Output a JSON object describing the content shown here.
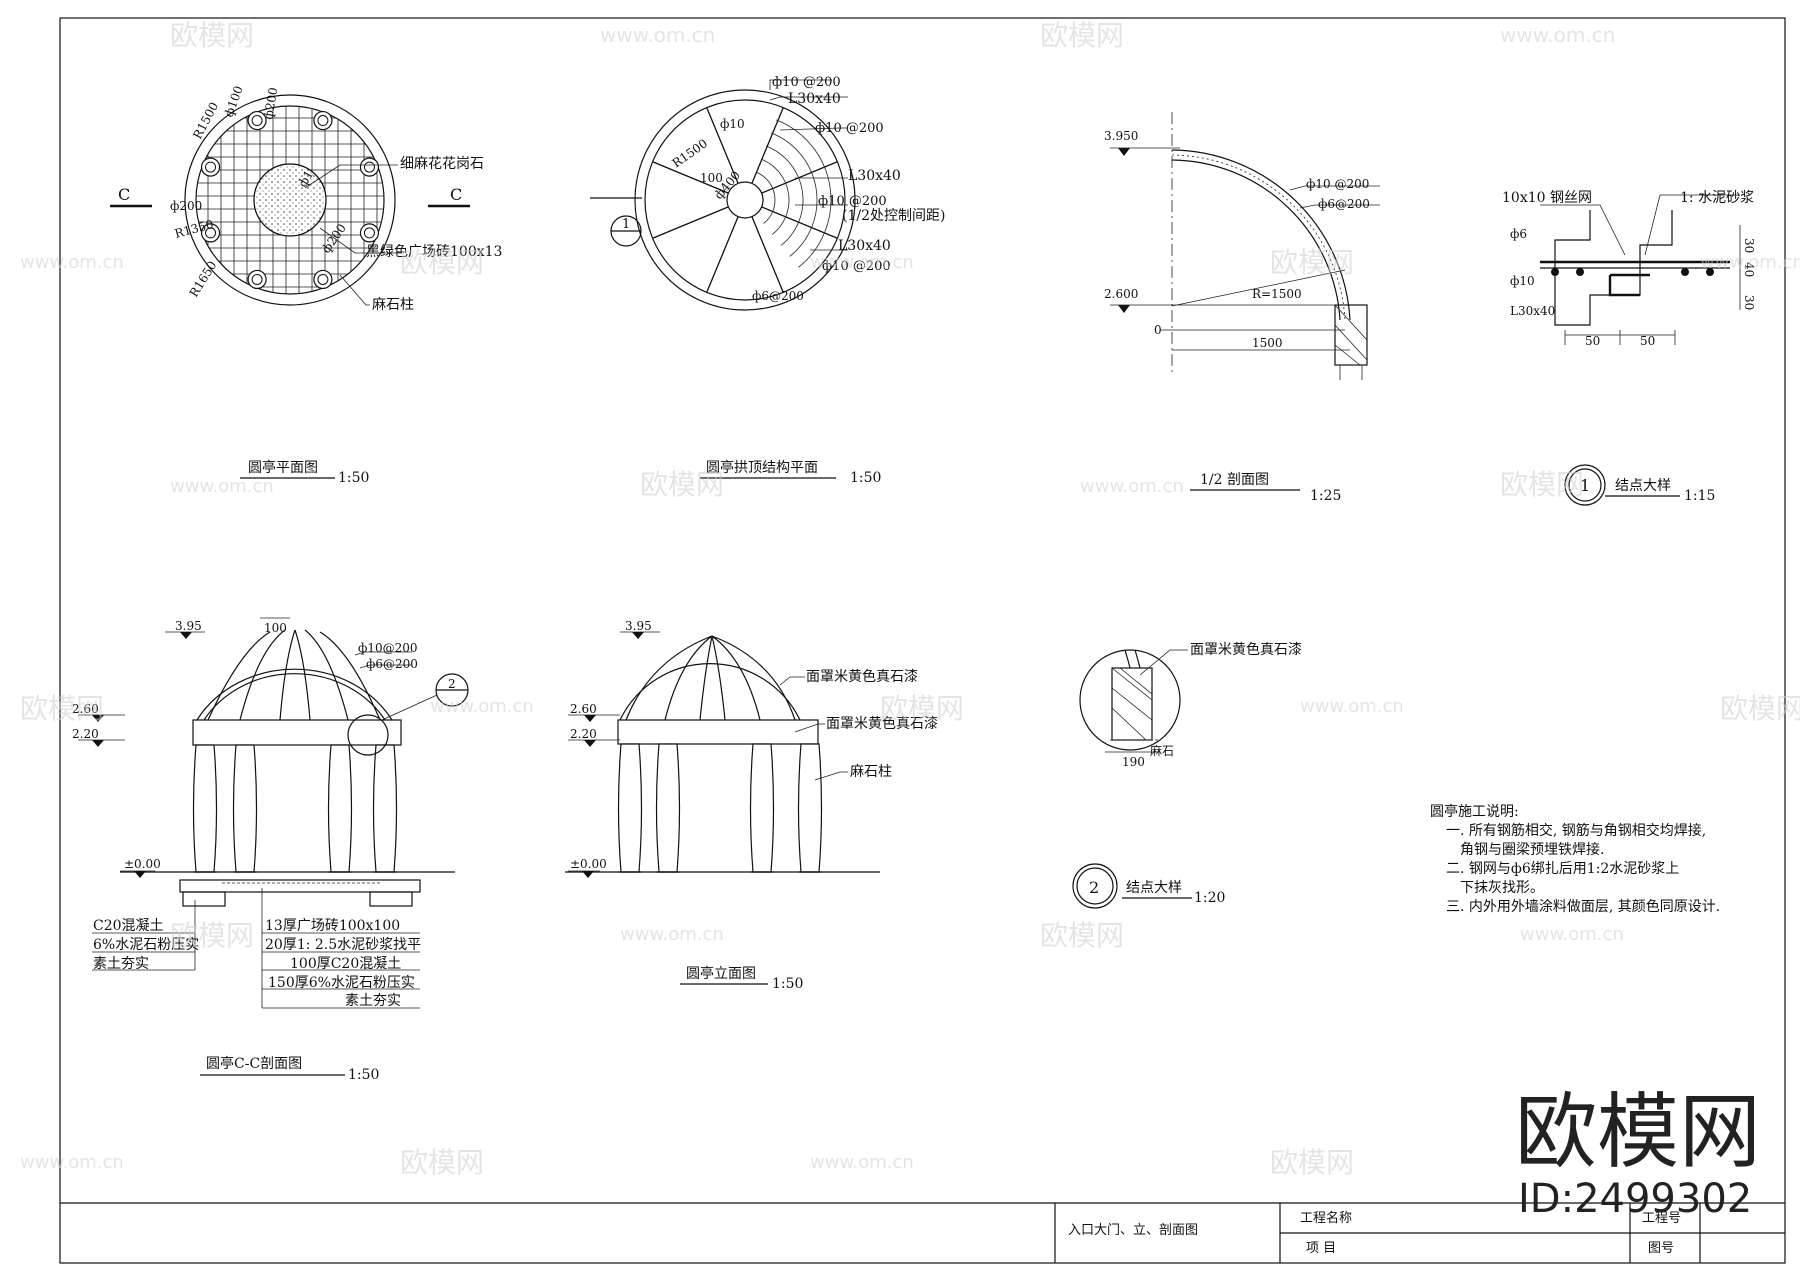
{
  "plan": {
    "title": "圆亭平面图",
    "scale": "1:50",
    "section_mark": "C",
    "labels": {
      "granite": "细麻花花岗石",
      "tile": "黑绿色广场砖100x13",
      "column": "麻石柱"
    },
    "dims": [
      "R1500",
      "ф100",
      "ф200",
      "R1350",
      "R1650",
      "ф200",
      "ф1",
      "ф200"
    ]
  },
  "roof_plan": {
    "title": "圆亭拱顶结构平面",
    "scale": "1:50",
    "labels": [
      "ф10 @200",
      "L30x40",
      "ф10 @200",
      "L30x40",
      "ф10 @200",
      "(1/2处控制间距)",
      "L30x40",
      "ф10 @200",
      "ф6@200"
    ],
    "dims": [
      "R1500",
      "100",
      "ф10",
      "ф400"
    ],
    "marker": "1"
  },
  "half_section": {
    "title": "1/2 剖面图",
    "scale": "1:25",
    "levels": [
      "3.950",
      "2.600",
      "0"
    ],
    "labels": [
      "ф10 @200",
      "ф6@200",
      "R=1500",
      "1500"
    ]
  },
  "node1": {
    "title": "结点大样",
    "scale": "1:15",
    "number": "1",
    "labels": [
      "10x10 钢丝网",
      "1: 水泥砂浆",
      "ф6",
      "ф10",
      "L30x40"
    ],
    "dims": [
      "30",
      "40",
      "30",
      "50",
      "50"
    ]
  },
  "section": {
    "title": "圆亭C-C剖面图",
    "scale": "1:50",
    "levels": [
      "3.95",
      "2.60",
      "2.20",
      "±0.00"
    ],
    "top_labels": [
      "100",
      "ф10@200",
      "ф6@200"
    ],
    "marker": "2",
    "layers_left": [
      "C20混凝土",
      "6%水泥石粉压实",
      "素土夯实"
    ],
    "layers_right": [
      "13厚广场砖100x100",
      "20厚1: 2.5水泥砂浆找平",
      "100厚C20混凝土",
      "150厚6%水泥石粉压实",
      "素土夯实"
    ]
  },
  "elevation": {
    "title": "圆亭立面图",
    "scale": "1:50",
    "levels": [
      "3.95",
      "2.60",
      "2.20",
      "±0.00"
    ],
    "labels": [
      "面罩米黄色真石漆",
      "面罩米黄色真石漆",
      "麻石柱"
    ]
  },
  "node2": {
    "title": "结点大样",
    "scale": "1:20",
    "number": "2",
    "labels": [
      "面罩米黄色真石漆",
      "麻石",
      "190"
    ]
  },
  "notes": {
    "heading": "圆亭施工说明:",
    "lines": [
      "一. 所有钢筋相交, 钢筋与角钢相交均焊接,",
      "角钢与圈梁预埋铁焊接.",
      "二. 钢网与ф6绑扎后用1:2水泥砂浆上",
      "下抹灰找形。",
      "三. 内外用外墙涂料做面层, 其颜色同原设计."
    ]
  },
  "titleblock": {
    "drawing_name": "入口大门、立、剖面图",
    "project_name_label": "工程名称",
    "item_label": "项    目",
    "project_no_label": "工程号",
    "drawing_no_label": "图号"
  },
  "branding": {
    "watermark_cn": "欧模网",
    "watermark_url": "www.om.cn",
    "logo": "欧模网",
    "id": "ID:2499302"
  }
}
